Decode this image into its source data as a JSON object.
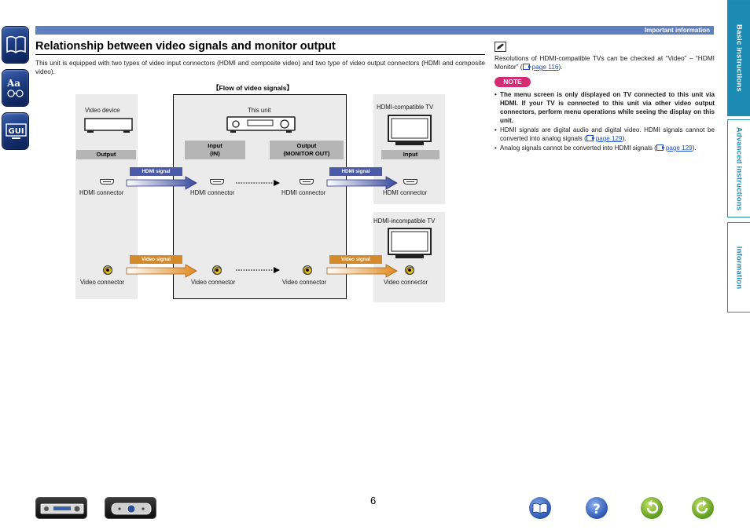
{
  "header": {
    "section_label": "Important information"
  },
  "side_icons": [
    {
      "name": "contents-icon"
    },
    {
      "name": "index-icon"
    },
    {
      "name": "gui-icon",
      "text": "GUI"
    }
  ],
  "right_tabs": [
    {
      "label": "Basic instructions",
      "active": true
    },
    {
      "label": "Advanced instructions",
      "active": false
    },
    {
      "label": "Information",
      "active": false
    }
  ],
  "main": {
    "title": "Relationship between video signals and monitor output",
    "intro": "This unit is equipped with two types of video input connectors (HDMI and composite video) and two type of video output connectors (HDMI and composite video)."
  },
  "diagram": {
    "title": "【Flow of video signals】",
    "video_device": {
      "label": "Video device",
      "port_label": "Output"
    },
    "this_unit": {
      "label": "This unit",
      "input_label": "Input\n(IN)",
      "output_label": "Output\n(MONITOR OUT)"
    },
    "hdmi_tv": {
      "label": "HDMI-compatible TV",
      "port_label": "Input"
    },
    "hdmi_incompatible_tv": {
      "label": "HDMI-incompatible TV"
    },
    "hdmi_signal_tag": "HDMI signal",
    "video_signal_tag": "Video signal",
    "hdmi_connector_label": "HDMI connector",
    "video_connector_label": "Video connector",
    "colors": {
      "hdmi_arrow": "#3a4a9e",
      "video_arrow": "#e08a1e",
      "panel": "#ebebeb"
    }
  },
  "side_column": {
    "note_icon": "pencil-icon",
    "memo_before": "Resolutions of HDMI-compatible TVs can be checked at “Video” – “HDMI Monitor” (",
    "memo_link": "page 116",
    "memo_after": ").",
    "note_label": "NOTE",
    "bullet1": "The menu screen is only displayed on TV connected to this unit via HDMI. If your TV is connected to this unit via other video output connectors, perform menu operations while seeing the display on this unit.",
    "bullet2_before": "HDMI signals are digital audio and digital video. HDMI signals cannot be converted into analog signals (",
    "bullet2_link": "page 129",
    "bullet2_after": ").",
    "bullet3_before": "Analog signals cannot be converted into HDMI signals (",
    "bullet3_link": "page 129",
    "bullet3_after": ")."
  },
  "footer": {
    "page_number": "6",
    "buttons": [
      "front-panel-icon",
      "remote-control-icon",
      "book-icon",
      "help-icon",
      "back-icon",
      "forward-icon"
    ]
  }
}
